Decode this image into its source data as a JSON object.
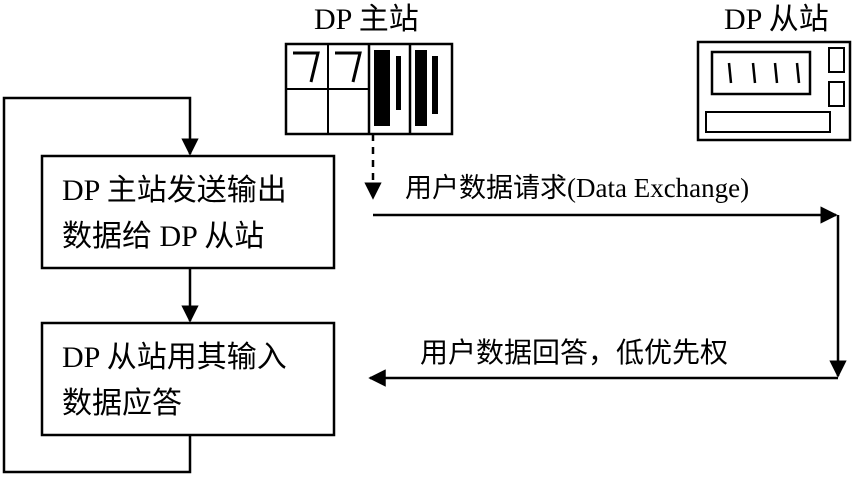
{
  "master": {
    "title": "DP 主站"
  },
  "slave": {
    "title": "DP 从站"
  },
  "boxes": {
    "send_line1": "DP 主站发送输出",
    "send_line2": "数据给 DP 从站",
    "reply_line1": "DP 从站用其输入",
    "reply_line2": "数据应答"
  },
  "arrows": {
    "request": "用户数据请求(Data Exchange)",
    "response": "用户数据回答，低优先权"
  }
}
